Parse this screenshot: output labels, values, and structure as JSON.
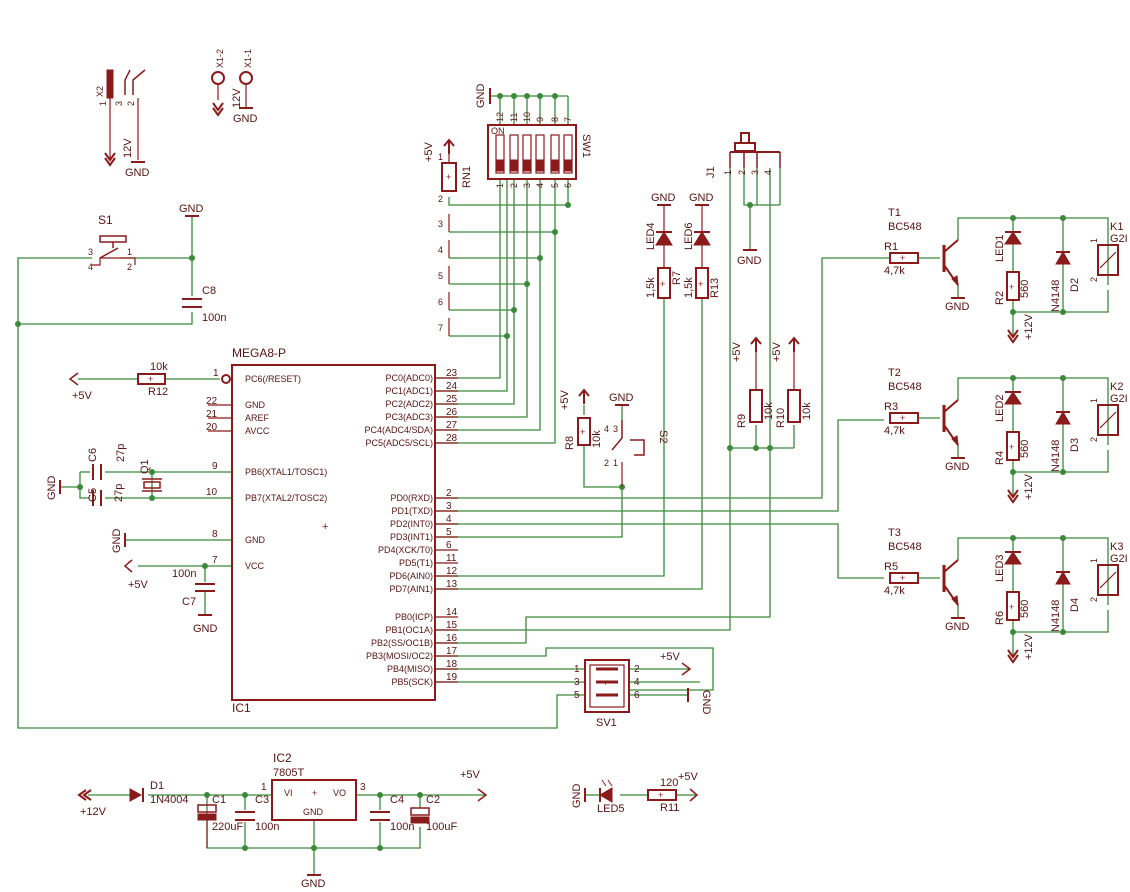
{
  "colors": {
    "symbol": "#8b1a1a",
    "wire": "#3a8a3a",
    "text": "#5a1212",
    "background": "#ffffff"
  },
  "mcu": {
    "name": "MEGA8-P",
    "ref": "IC1",
    "left_pins": [
      {
        "label": "PC6(/RESET)",
        "num": "1"
      },
      {
        "label": "GND",
        "num": "22"
      },
      {
        "label": "AREF",
        "num": "21"
      },
      {
        "label": "AVCC",
        "num": "20"
      },
      {
        "label": "PB6(XTAL1/TOSC1)",
        "num": "9"
      },
      {
        "label": "PB7(XTAL2/TOSC2)",
        "num": "10"
      },
      {
        "label": "GND",
        "num": "8"
      },
      {
        "label": "VCC",
        "num": "7"
      }
    ],
    "right_pins": [
      {
        "label": "PC0(ADC0)",
        "num": "23"
      },
      {
        "label": "PC1(ADC1)",
        "num": "24"
      },
      {
        "label": "PC2(ADC2)",
        "num": "25"
      },
      {
        "label": "PC3(ADC3)",
        "num": "26"
      },
      {
        "label": "PC4(ADC4/SDA)",
        "num": "27"
      },
      {
        "label": "PC5(ADC5/SCL)",
        "num": "28"
      },
      {
        "label": "PD0(RXD)",
        "num": "2"
      },
      {
        "label": "PD1(TXD)",
        "num": "3"
      },
      {
        "label": "PD2(INT0)",
        "num": "4"
      },
      {
        "label": "PD3(INT1)",
        "num": "5"
      },
      {
        "label": "PD4(XCK/T0)",
        "num": "6"
      },
      {
        "label": "PD5(T1)",
        "num": "11"
      },
      {
        "label": "PD6(AIN0)",
        "num": "12"
      },
      {
        "label": "PD7(AIN1)",
        "num": "13"
      },
      {
        "label": "PB0(ICP)",
        "num": "14"
      },
      {
        "label": "PB1(OC1A)",
        "num": "15"
      },
      {
        "label": "PB2(SS/OC1B)",
        "num": "16"
      },
      {
        "label": "PB3(MOSI/OC2)",
        "num": "17"
      },
      {
        "label": "PB4(MISO)",
        "num": "18"
      },
      {
        "label": "PB5(SCK)",
        "num": "19"
      }
    ]
  },
  "power_jack": {
    "ref": "X2",
    "pins": [
      "1",
      "3",
      "2"
    ],
    "net": "12V",
    "gnd": "GND"
  },
  "terminals": [
    {
      "ref": "X1-2",
      "net": "12V"
    },
    {
      "ref": "X1-1",
      "net": "GND"
    }
  ],
  "reset_switch": {
    "ref": "S1",
    "pins": [
      "3",
      "1",
      "4",
      "2"
    ]
  },
  "reset_cap": {
    "ref": "C8",
    "value": "100n",
    "gnd": "GND"
  },
  "reset_res": {
    "ref": "R12",
    "value": "10k",
    "net": "+5V"
  },
  "crystal": {
    "ref": "Q1",
    "c_a": "C6",
    "c_a_val": "27p",
    "c_b": "C5",
    "c_b_val": "27p",
    "gnd": "GND"
  },
  "mcu_power": {
    "gnd": "GND",
    "vcc": "+5V",
    "cap_ref": "C7",
    "cap_val": "100n",
    "cap_gnd": "GND"
  },
  "dip_switch": {
    "ref": "SW1",
    "on": "ON",
    "top_pins": [
      "12",
      "11",
      "10",
      "9",
      "8",
      "7"
    ],
    "bottom_pins": [
      "1",
      "2",
      "3",
      "4",
      "5",
      "6"
    ],
    "gnd": "GND"
  },
  "res_net": {
    "ref": "RN1",
    "net": "+5V",
    "pins": [
      "1",
      "2",
      "3",
      "4",
      "5",
      "6",
      "7"
    ]
  },
  "button2": {
    "ref": "S2",
    "res_ref": "R8",
    "res_val": "10k",
    "net": "+5V",
    "gnd": "GND",
    "pins": [
      "1",
      "2",
      "3",
      "4"
    ]
  },
  "connector_j1": {
    "ref": "J1",
    "pins": [
      "1",
      "2",
      "3",
      "4"
    ],
    "gnd": "GND"
  },
  "pullups": [
    {
      "ref": "R9",
      "value": "10k",
      "net": "+5V"
    },
    {
      "ref": "R10",
      "value": "10k",
      "net": "+5V"
    }
  ],
  "leds_top": [
    {
      "led": "LED4",
      "res": "R7",
      "val": "1,5k",
      "gnd": "GND"
    },
    {
      "led": "LED6",
      "res": "R13",
      "val": "1,5k",
      "gnd": "GND"
    }
  ],
  "relay_stages": [
    {
      "t": "T1",
      "tt": "BC548",
      "rb": "R1",
      "rbv": "4,7k",
      "led": "LED1",
      "rl": "R2",
      "rlv": "560",
      "d": "D2",
      "dv": "N4148",
      "k": "K1",
      "kv": "G2I",
      "net": "+12V",
      "gnd": "GND"
    },
    {
      "t": "T2",
      "tt": "BC548",
      "rb": "R3",
      "rbv": "4,7k",
      "led": "LED2",
      "rl": "R4",
      "rlv": "560",
      "d": "D3",
      "dv": "N4148",
      "k": "K2",
      "kv": "G2I",
      "net": "+12V",
      "gnd": "GND"
    },
    {
      "t": "T3",
      "tt": "BC548",
      "rb": "R5",
      "rbv": "4,7k",
      "led": "LED3",
      "rl": "R6",
      "rlv": "560",
      "d": "D4",
      "dv": "N4148",
      "k": "K3",
      "kv": "G2I",
      "net": "+12V",
      "gnd": "GND"
    }
  ],
  "isp": {
    "ref": "SV1",
    "pins": [
      "1",
      "2",
      "3",
      "4",
      "5",
      "6"
    ],
    "net": "+5V",
    "gnd": "GND"
  },
  "regulator": {
    "ref": "IC2",
    "type": "7805T",
    "vi": "VI",
    "vo": "VO",
    "gnd": "GND",
    "pin1": "1",
    "pin3": "3",
    "out": "+5V",
    "gnd_bottom": "GND"
  },
  "supply_in": {
    "net": "+12V",
    "diode": "D1",
    "diode_val": "1N4004"
  },
  "supply_caps": [
    {
      "ref": "C1",
      "value": "220uF"
    },
    {
      "ref": "C3",
      "value": "100n"
    },
    {
      "ref": "C4",
      "value": "100n"
    },
    {
      "ref": "C2",
      "value": "100uF"
    }
  ],
  "power_led": {
    "gnd": "GND",
    "led": "LED5",
    "res": "R11",
    "res_val": "120",
    "net": "+5V"
  }
}
